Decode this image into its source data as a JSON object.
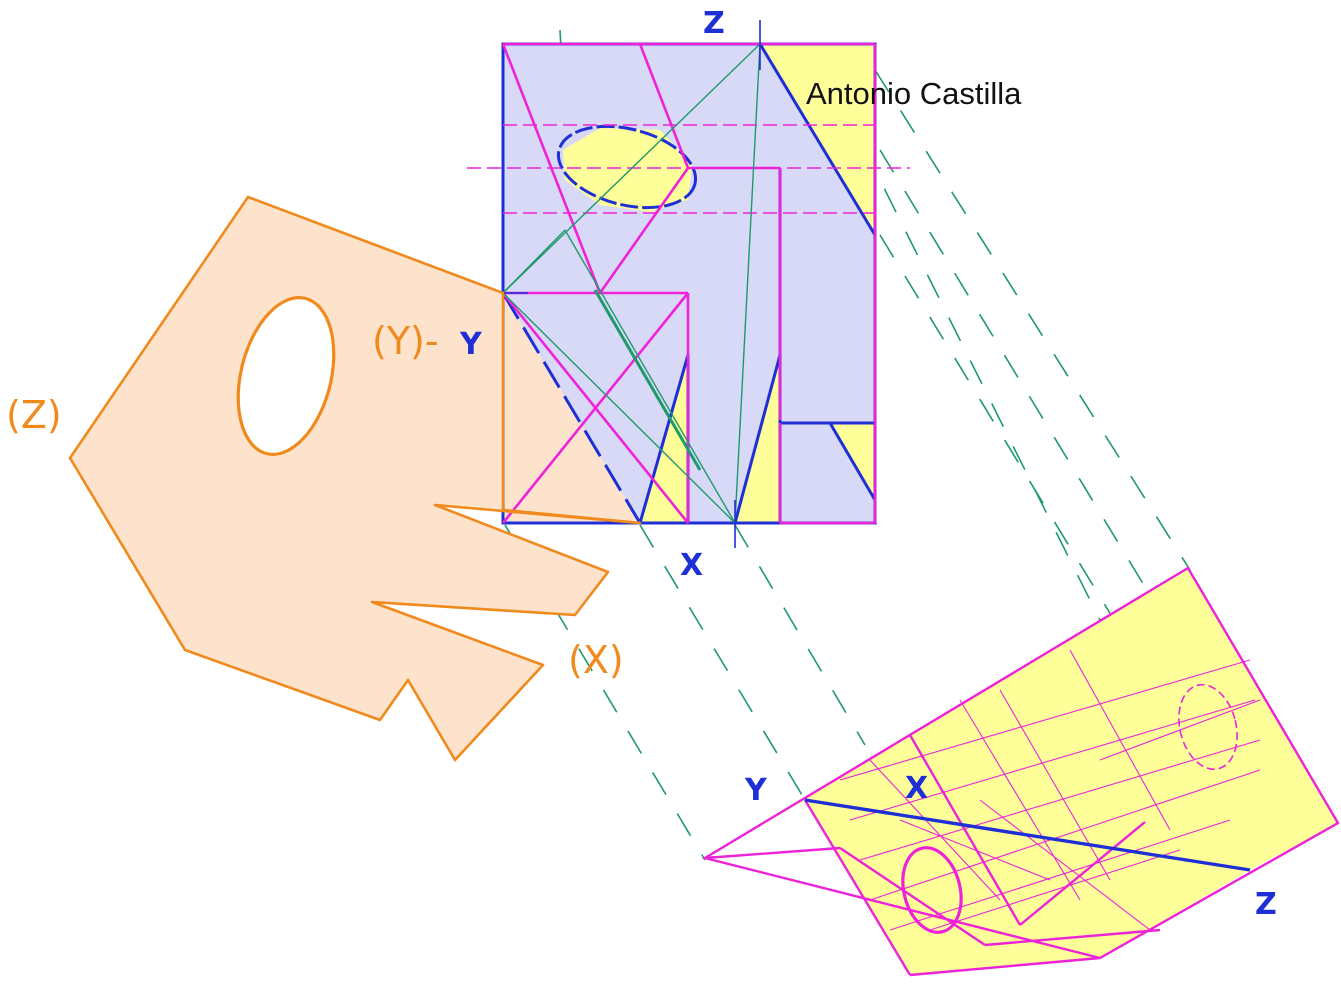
{
  "author": "Antonio  Castilla",
  "labels": {
    "front_z": "Z",
    "front_y": "Y",
    "front_x": "X",
    "rotated_y_pair": "(Y)-",
    "rotated_z": "(Z)",
    "rotated_x": "(X)",
    "lower_y": "Y",
    "lower_x": "X",
    "lower_z": "Z"
  },
  "colors": {
    "blue": "#1f2fd6",
    "magenta": "#ee22d8",
    "green": "#1e9a6a",
    "orange": "#f08a1d",
    "lavender_fill": "#d8d9f7",
    "yellow_fill": "#ffff9a",
    "peach_fill": "#fde2cc"
  }
}
